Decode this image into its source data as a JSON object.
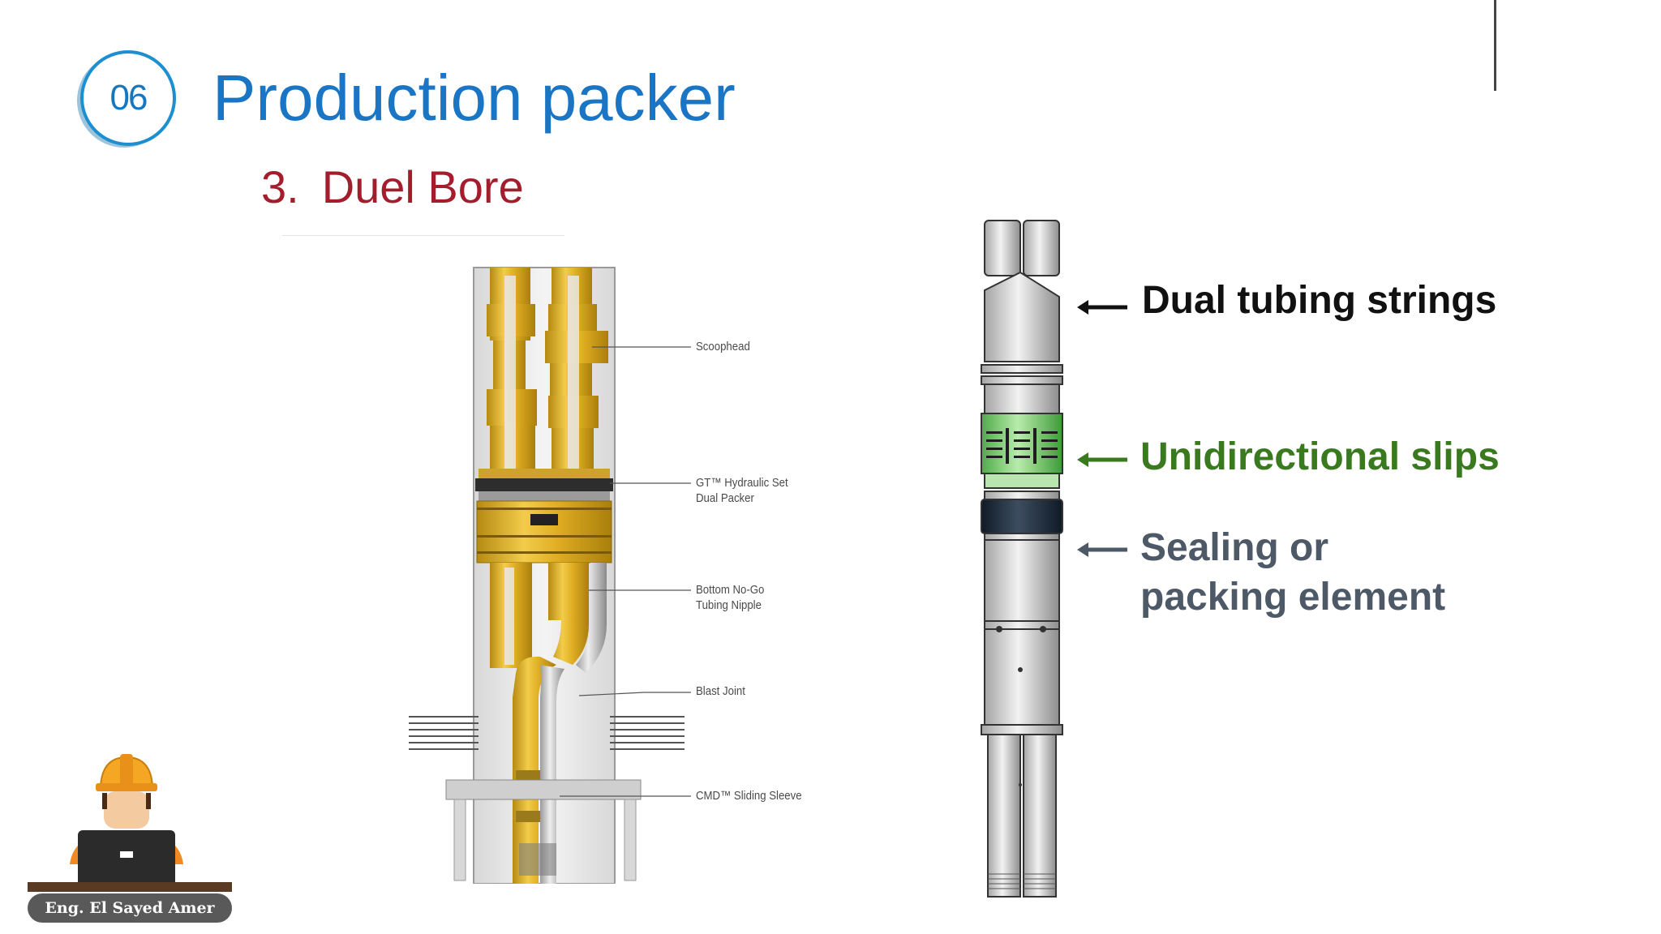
{
  "slide": {
    "number": "06",
    "title": "Production packer",
    "subtitle_number": "3.",
    "subtitle_text": "Duel Bore"
  },
  "left_diagram": {
    "labels": [
      {
        "id": "scoophead",
        "lines": [
          "Scoophead"
        ]
      },
      {
        "id": "packer",
        "lines": [
          "GT™ Hydraulic Set",
          "Dual Packer"
        ]
      },
      {
        "id": "nipple",
        "lines": [
          "Bottom No-Go",
          "Tubing Nipple"
        ]
      },
      {
        "id": "blast",
        "lines": [
          "Blast Joint"
        ]
      },
      {
        "id": "sleeve",
        "lines": [
          "CMD™ Sliding Sleeve"
        ]
      }
    ],
    "colors": {
      "gold": "#e2b21f",
      "casing": "#dcdcdc",
      "steel": "#c8c8c8"
    }
  },
  "right_diagram": {
    "labels": {
      "tubing": "Dual tubing strings",
      "slips": "Unidirectional slips",
      "seal_line1": "Sealing or",
      "seal_line2": "packing element"
    },
    "colors": {
      "tubing": "#111111",
      "slips": "#3a7a1e",
      "seal": "#4e5967",
      "slip_body": "#7ccc74",
      "seal_body": "#1e2a3a"
    }
  },
  "author": {
    "name": "Eng. El Sayed Amer"
  }
}
